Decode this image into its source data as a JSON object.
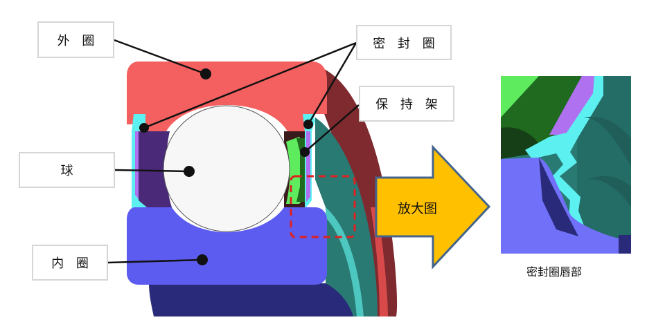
{
  "labels": {
    "outer_ring": "外 圈",
    "seal": "密 封 圈",
    "cage": "保 持 架",
    "ball": "球",
    "inner_ring": "内 圈"
  },
  "arrow": {
    "label": "放大图",
    "fill": "#FFC000",
    "stroke": "#44648C"
  },
  "zoom_view": {
    "caption": "密封圈唇部"
  },
  "colors": {
    "outer_ring": "#F46060",
    "outer_ring_shadow": "#7E2A2E",
    "inner_ring": "#5C5CF0",
    "inner_ring_shadow": "#2A2A7A",
    "ball": "#F7F7F7",
    "cage": "#5EEB5E",
    "cage_dark": "#1F6A1F",
    "seal_lip": "#5CF0F0",
    "seal_core": "#B071F0",
    "shield": "#2A7A74",
    "inner_cavity": "#4A2A78",
    "highlight_box": "#E02020"
  }
}
